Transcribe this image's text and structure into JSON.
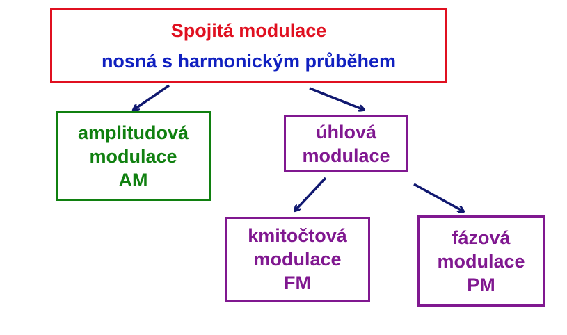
{
  "top": {
    "line1": "Spojitá modulace",
    "line2": "nosná s harmonickým průběhem"
  },
  "am": {
    "line1": "amplitudová",
    "line2": "modulace",
    "line3": "AM"
  },
  "angle": {
    "line1": "úhlová",
    "line2": "modulace"
  },
  "fm": {
    "line1": "kmitočtová",
    "line2": "modulace",
    "line3": "FM"
  },
  "pm": {
    "line1": "fázová",
    "line2": "modulace",
    "line3": "PM"
  },
  "colors": {
    "red": "#e01020",
    "blue": "#1020c0",
    "green": "#108010",
    "purple": "#801890",
    "arrow": "#101870"
  }
}
